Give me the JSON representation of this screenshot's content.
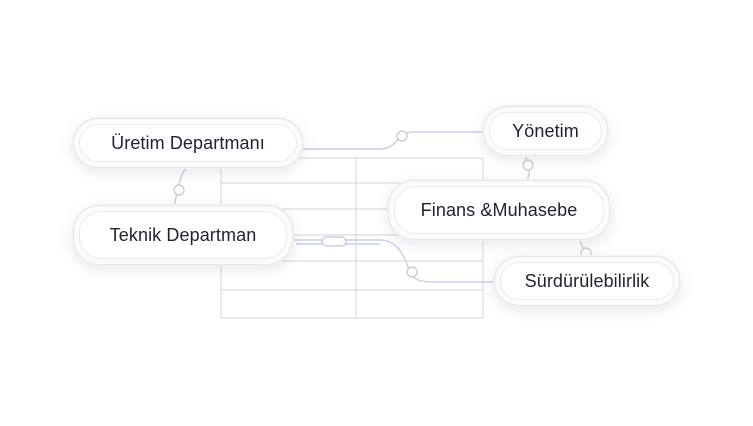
{
  "nodes": {
    "uretim": "Üretim Departmanı",
    "yonetim": "Yönetim",
    "teknik": "Teknik Departman",
    "finans": "Finans &Muhasebe",
    "surdurulebilirlik": "Sürdürülebilirlik"
  },
  "colors": {
    "grid_line": "#d9dbe1",
    "connector_line": "#c9cde8",
    "node_border": "#e4e5ea",
    "node_text": "#1f2230"
  }
}
